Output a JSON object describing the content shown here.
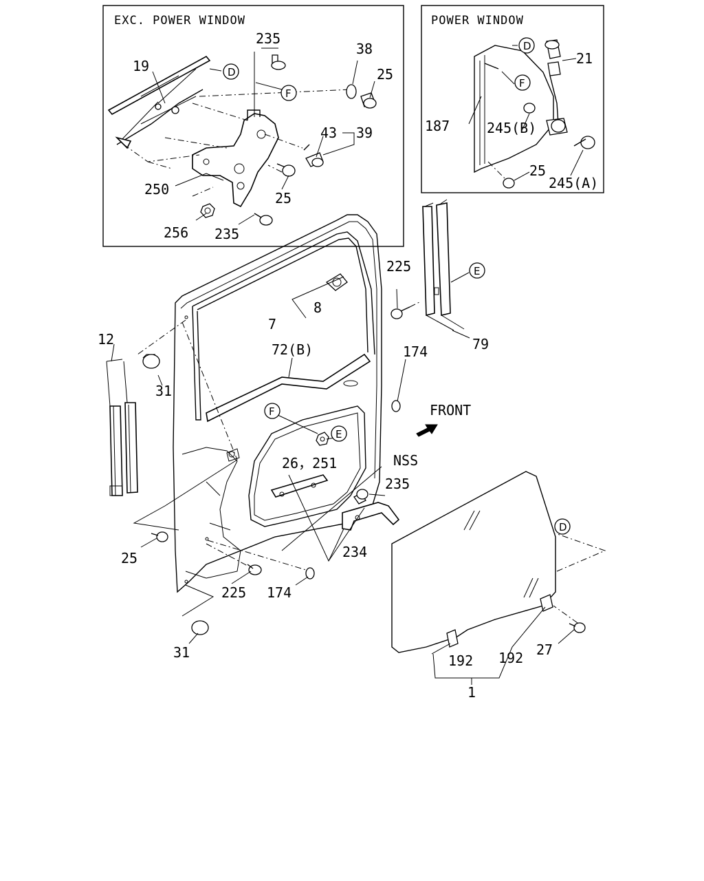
{
  "insets": {
    "exc_power_window": {
      "title": "EXC. POWER WINDOW"
    },
    "power_window": {
      "title": "POWER WINDOW"
    }
  },
  "callouts": {
    "c235a": "235",
    "c38": "38",
    "c19": "19",
    "c25a": "25",
    "cFa": "F",
    "cDa": "D",
    "c43": "43",
    "c39": "39",
    "c250": "250",
    "c25b": "25",
    "c256": "256",
    "c235b": "235",
    "cDb": "D",
    "c21": "21",
    "cFb": "F",
    "c187": "187",
    "c245b": "245(B)",
    "c25c": "25",
    "c245a": "245(A)",
    "c225a": "225",
    "cEa": "E",
    "c7": "7",
    "c8": "8",
    "c79": "79",
    "c12": "12",
    "c31a": "31",
    "c72b": "72(B)",
    "c174a": "174",
    "cFc": "F",
    "cEb": "E",
    "c26_251": "26，251",
    "cNSS": "NSS",
    "c235c": "235",
    "c25d": "25",
    "c234": "234",
    "c225b": "225",
    "c174b": "174",
    "c31b": "31",
    "cDc": "D",
    "c192a": "192",
    "c192b": "192",
    "c27": "27",
    "c1": "1"
  },
  "direction": {
    "label": "FRONT"
  }
}
